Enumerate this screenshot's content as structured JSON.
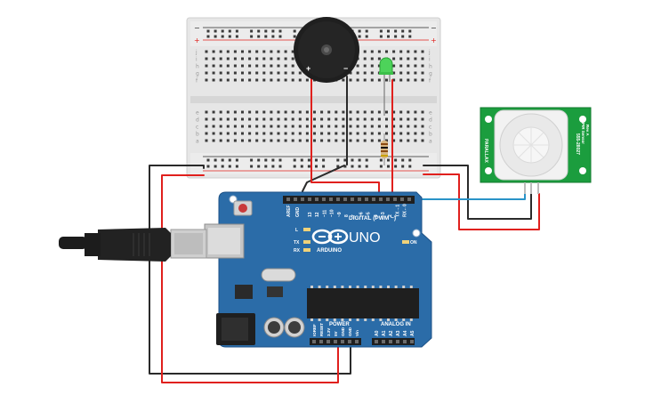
{
  "board": {
    "brand_text": "UNO",
    "maker_text": "ARDUINO",
    "digital_label": "DIGITAL (PWM ~)",
    "analog_label": "ANALOG IN",
    "power_label": "POWER",
    "aref_label": "AREF",
    "gnd_label": "GND",
    "led_l_label": "L",
    "tx_label": "TX",
    "rx_label": "RX",
    "on_label": "ON",
    "digital_pins": [
      "13",
      "12",
      "~11",
      "~10",
      "~9",
      "8",
      "7",
      "~6",
      "~5",
      "4",
      "~3",
      "2",
      "TX→1",
      "RX←0"
    ],
    "power_pins": [
      "IOREF",
      "RESET",
      "3.3V",
      "5V",
      "GND",
      "GND",
      "Vin"
    ],
    "analog_pins": [
      "A0",
      "A1",
      "A2",
      "A3",
      "A4",
      "A5"
    ]
  },
  "breadboard": {
    "rail_plus": "+",
    "rail_minus": "−",
    "row_letters_top": [
      "j",
      "i",
      "h",
      "g",
      "f"
    ],
    "row_letters_bottom": [
      "e",
      "d",
      "c",
      "b",
      "a"
    ]
  },
  "buzzer": {
    "plus_label": "+",
    "minus_label": "−"
  },
  "pir": {
    "text_lines": [
      "555-28027",
      "PIR Sensor",
      "Rev A",
      "PARALLAX"
    ]
  },
  "colors": {
    "board": "#2b6ca8",
    "breadboard": "#e4e4e4",
    "wire_red": "#e0201d",
    "wire_black": "#2a2a2a",
    "wire_blue": "#2a93c8",
    "pcb_green": "#1b9d3e",
    "led_green": "#4dd35a"
  }
}
